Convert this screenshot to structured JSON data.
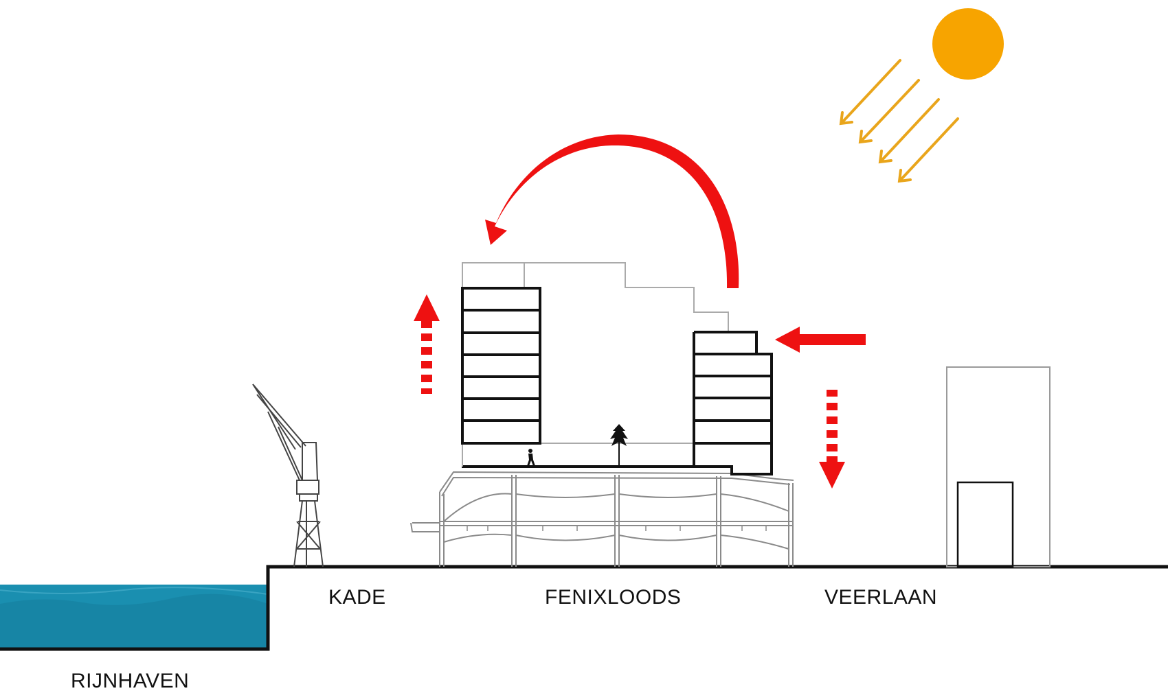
{
  "labels": {
    "kade": "KADE",
    "fenixloods": "FENIXLOODS",
    "veerlaan": "VEERLAAN",
    "rijnhaven": "RIJNHAVEN"
  },
  "colors": {
    "water": "#1a8fb0",
    "water_dark": "#137a98",
    "sun": "#f7a400",
    "sun_rays": "#e9a51b",
    "arrows": "#ee1111",
    "building_outline": "#111111",
    "context_outline": "#9a9a9a",
    "warehouse_lines": "#8a8a8a"
  },
  "icons": {
    "sun": "sun-icon",
    "crane": "crane-icon",
    "tree": "tree-icon",
    "pedestrian": "pedestrian-icon"
  }
}
